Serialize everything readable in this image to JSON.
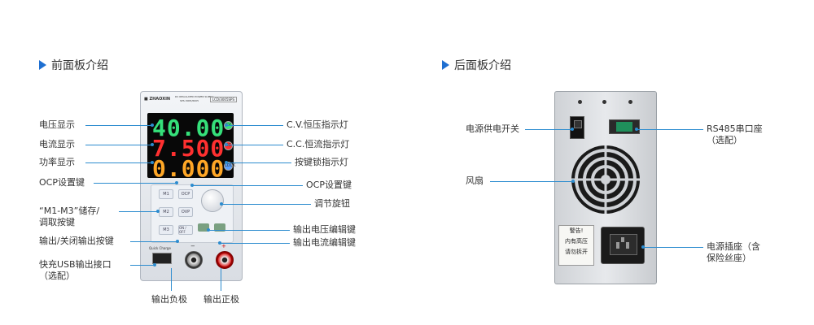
{
  "front": {
    "heading": "前面板介绍",
    "brand": "■ ZHAOXIN",
    "model_line1": "DC REGULATED POWER SUPPLY",
    "model_line2": "SPS-3005/6005",
    "model_badge": "LCD/3005SPS",
    "display": {
      "voltage": "40.00",
      "current": "7.500",
      "power": "0.000"
    },
    "indicators": [
      "CV",
      "CC",
      "LOCK"
    ],
    "buttons": {
      "m1": "M1",
      "m2": "M2",
      "m3": "M3",
      "ocp": "OCP",
      "ovp": "OVP",
      "onoff": "ON / OFF",
      "usb_caption": "Quick Charge"
    },
    "terminals": {
      "neg": "−",
      "pos": "+"
    },
    "labels_left": {
      "voltage": "电压显示",
      "current": "电流显示",
      "power": "功率显示",
      "ocp": "OCP设置键",
      "memory": "“M1-M3”储存/\n调取按键",
      "onoff": "输出/关闭输出按键",
      "usb": "快充USB输出接口\n（选配）"
    },
    "labels_right": {
      "cv": "C.V.恒压指示灯",
      "cc": "C.C.恒流指示灯",
      "lock": "按键锁指示灯",
      "ocp": "OCP设置键",
      "knob": "调节旋钮",
      "vedit": "输出电压编辑键",
      "iedit": "输出电流编辑键"
    },
    "labels_bottom": {
      "neg": "输出负极",
      "pos": "输出正极"
    }
  },
  "back": {
    "heading": "后面板介绍",
    "warning": [
      "警告!",
      "内有高压",
      "请勿拆开"
    ],
    "labels_left": {
      "switch": "电源供电开关",
      "fan": "风扇"
    },
    "labels_right": {
      "rs485": "RS485串口座\n（选配）",
      "socket": "电源插座（含\n保险丝座）"
    }
  },
  "colors": {
    "accent": "#1e6fd1",
    "leader": "#2c8ccf",
    "voltage": "#35e07a",
    "current": "#ff3030",
    "power": "#ffa726"
  }
}
